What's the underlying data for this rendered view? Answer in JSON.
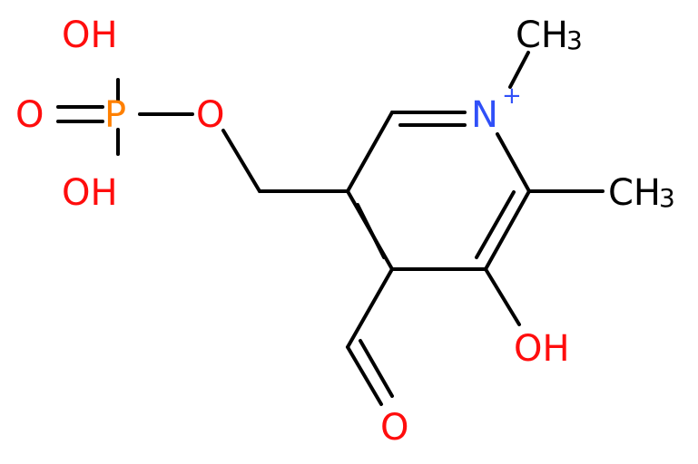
{
  "molecule": {
    "colors": {
      "bond": "#000000",
      "oxygen": "#ff0d0d",
      "phosphorus": "#ff8000",
      "nitrogen": "#3050f8",
      "carbon": "#000000"
    },
    "labels": {
      "oh_top": "OH",
      "oh_bottom": "OH",
      "o_double": "O",
      "p": "P",
      "o_ester": "O",
      "n": "N",
      "n_charge": "+",
      "ch3_n_c": "CH",
      "ch3_n_sub": "3",
      "ch3_ring_c": "CH",
      "ch3_ring_sub": "3",
      "oh_ring": "OH",
      "o_aldehyde": "O"
    }
  }
}
